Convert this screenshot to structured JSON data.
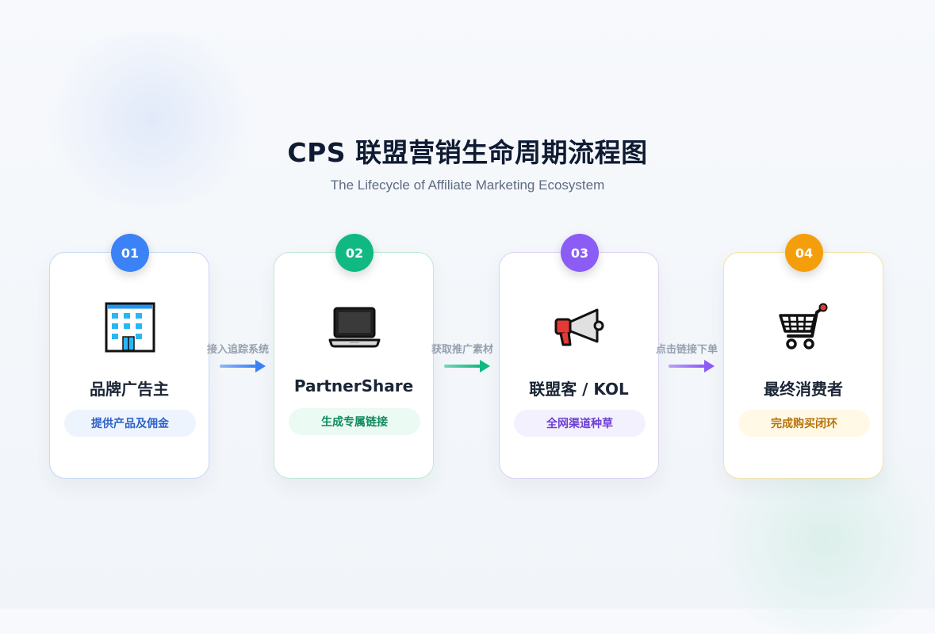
{
  "header": {
    "title": "CPS 联盟营销生命周期流程图",
    "subtitle": "The Lifecycle of Affiliate Marketing Ecosystem"
  },
  "steps": [
    {
      "number": "01",
      "title": "品牌广告主",
      "tag": "提供产品及佣金",
      "icon": "office-building-icon",
      "accent": "#3b82f6"
    },
    {
      "number": "02",
      "title": "PartnerShare",
      "tag": "生成专属链接",
      "icon": "laptop-icon",
      "accent": "#10b981"
    },
    {
      "number": "03",
      "title": "联盟客 / KOL",
      "tag": "全网渠道种草",
      "icon": "megaphone-icon",
      "accent": "#8b5cf6"
    },
    {
      "number": "04",
      "title": "最终消费者",
      "tag": "完成购买闭环",
      "icon": "shopping-cart-icon",
      "accent": "#f59e0b"
    }
  ],
  "connectors": [
    {
      "label": "接入追踪系统",
      "color": "#3b82f6"
    },
    {
      "label": "获取推广素材",
      "color": "#10b981"
    },
    {
      "label": "点击链接下单",
      "color": "#8b5cf6"
    }
  ]
}
